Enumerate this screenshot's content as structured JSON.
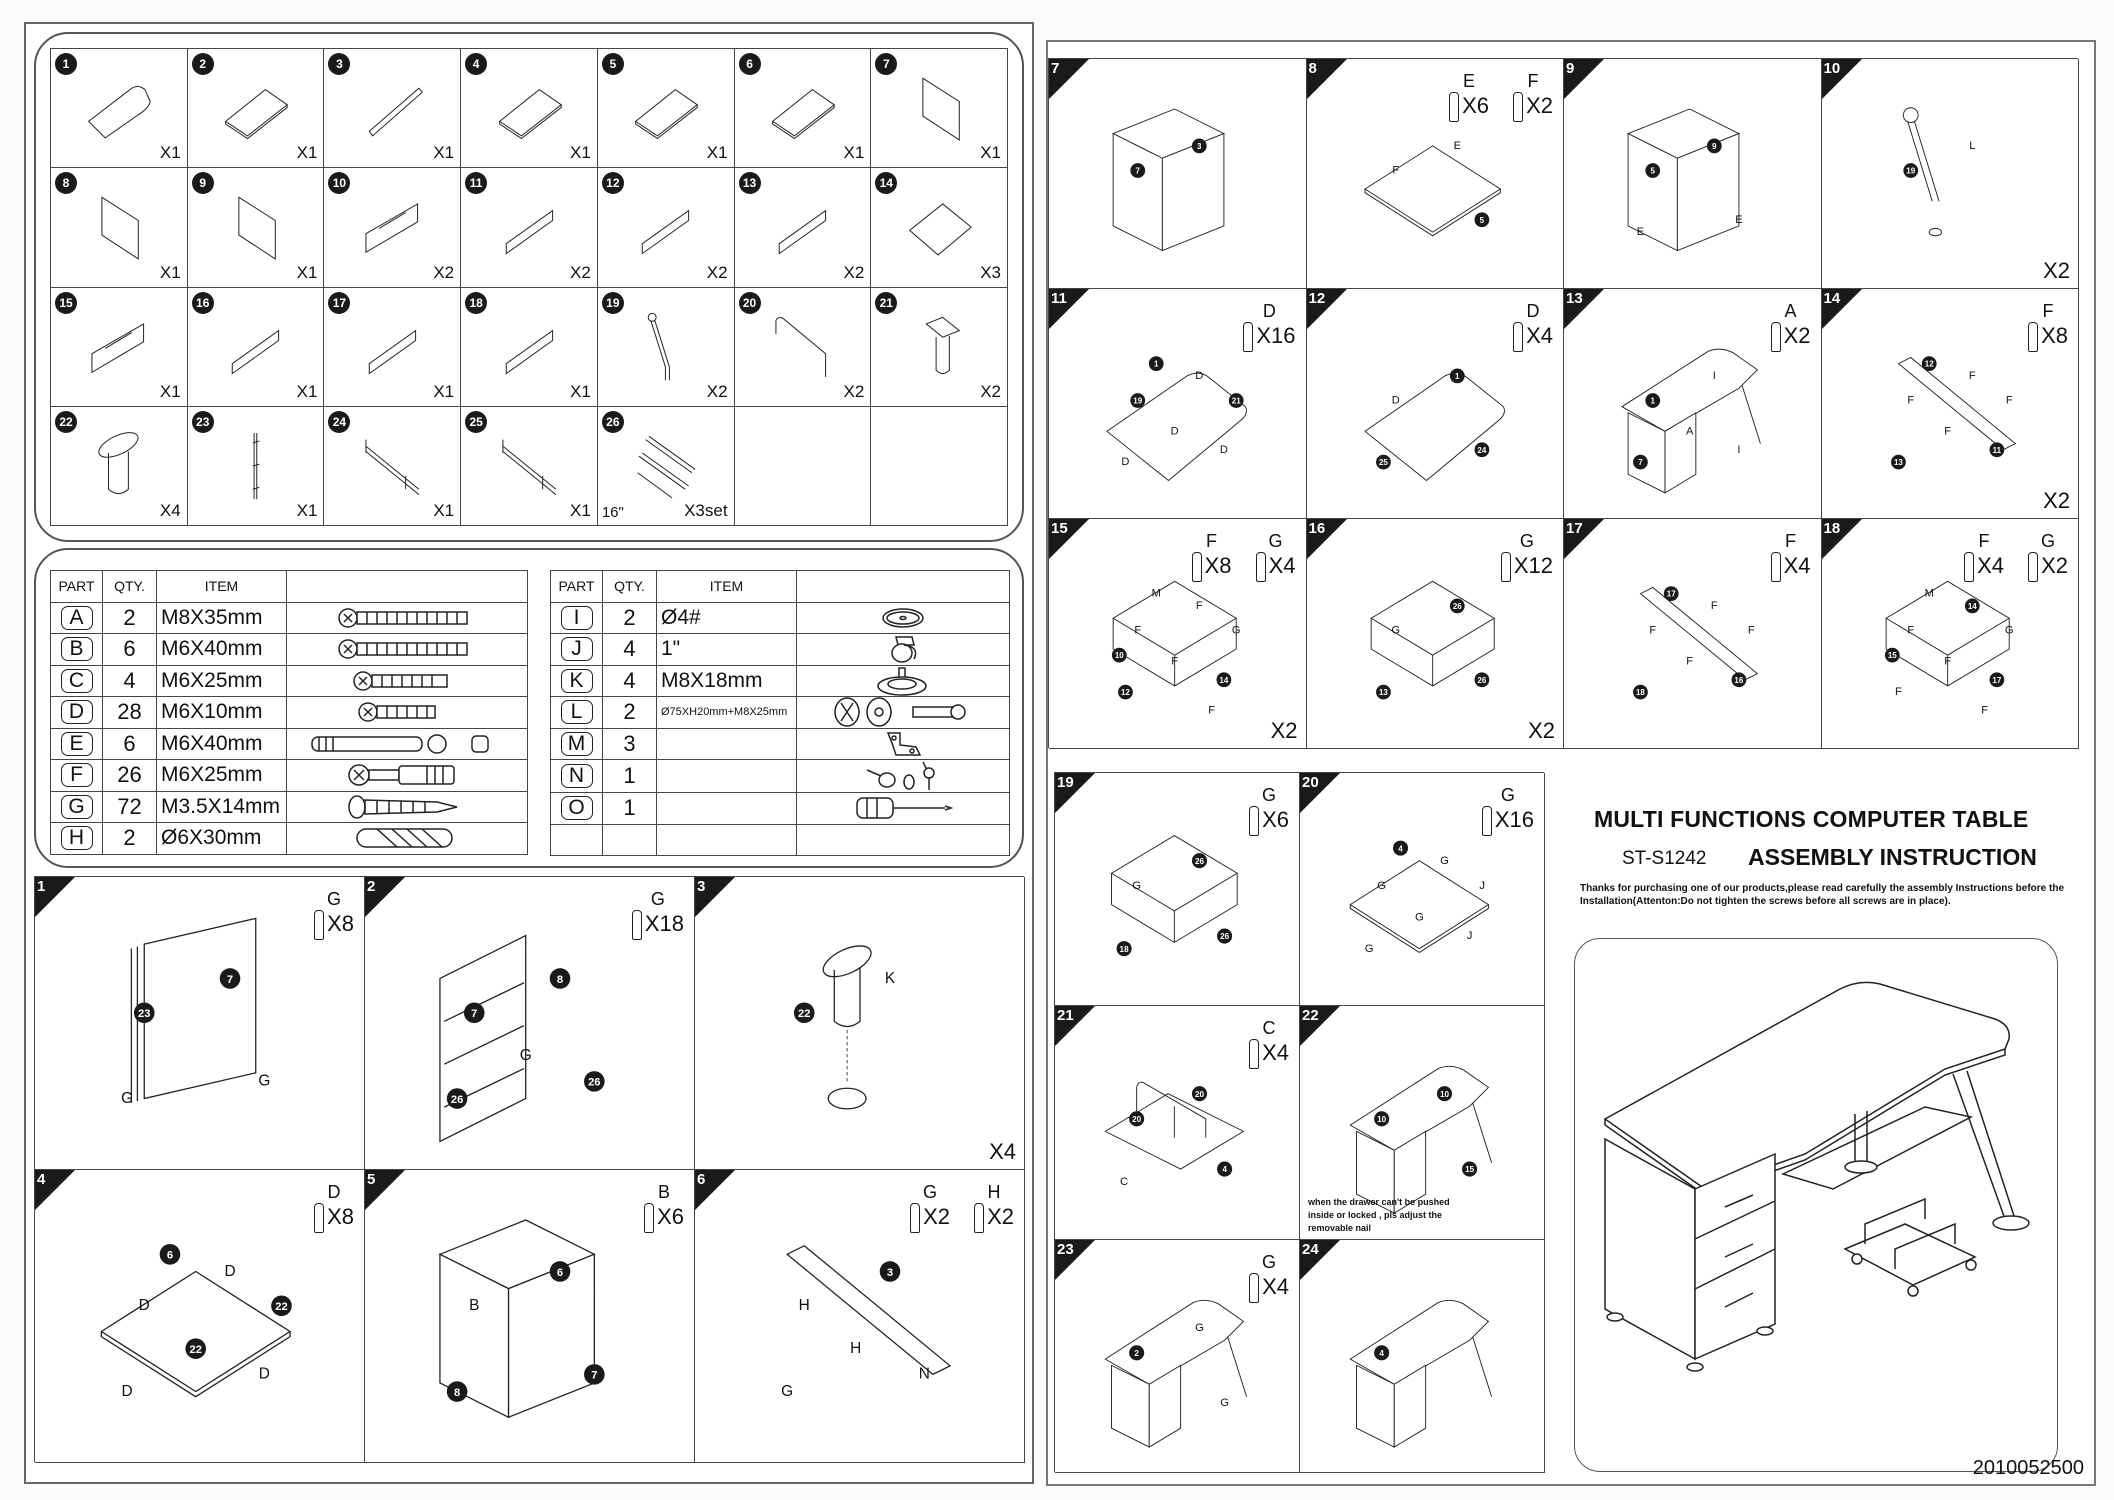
{
  "document": {
    "title": "MULTI FUNCTIONS COMPUTER TABLE",
    "model": "ST-S1242",
    "subtitle": "ASSEMBLY INSTRUCTION",
    "intro": "Thanks for purchasing one of our products,please read carefully the assembly Instructions before the Installation(Attenton:Do not tighten the screws before all screws are in place).",
    "code": "2010052500"
  },
  "parts": [
    {
      "num": "1",
      "qty": "X1",
      "shape": "top"
    },
    {
      "num": "2",
      "qty": "X1",
      "shape": "board"
    },
    {
      "num": "3",
      "qty": "X1",
      "shape": "rail"
    },
    {
      "num": "4",
      "qty": "X1",
      "shape": "board"
    },
    {
      "num": "5",
      "qty": "X1",
      "shape": "board"
    },
    {
      "num": "6",
      "qty": "X1",
      "shape": "board"
    },
    {
      "num": "7",
      "qty": "X1",
      "shape": "panel"
    },
    {
      "num": "8",
      "qty": "X1",
      "shape": "panel"
    },
    {
      "num": "9",
      "qty": "X1",
      "shape": "panel"
    },
    {
      "num": "10",
      "qty": "X2",
      "shape": "front"
    },
    {
      "num": "11",
      "qty": "X2",
      "shape": "strip"
    },
    {
      "num": "12",
      "qty": "X2",
      "shape": "strip"
    },
    {
      "num": "13",
      "qty": "X2",
      "shape": "strip"
    },
    {
      "num": "14",
      "qty": "X3",
      "shape": "sheet"
    },
    {
      "num": "15",
      "qty": "X1",
      "shape": "front"
    },
    {
      "num": "16",
      "qty": "X1",
      "shape": "strip"
    },
    {
      "num": "17",
      "qty": "X1",
      "shape": "strip"
    },
    {
      "num": "18",
      "qty": "X1",
      "shape": "strip"
    },
    {
      "num": "19",
      "qty": "X2",
      "shape": "leg"
    },
    {
      "num": "20",
      "qty": "X2",
      "shape": "handle"
    },
    {
      "num": "21",
      "qty": "X2",
      "shape": "post"
    },
    {
      "num": "22",
      "qty": "X4",
      "shape": "foot"
    },
    {
      "num": "23",
      "qty": "X1",
      "shape": "lockbar"
    },
    {
      "num": "24",
      "qty": "X1",
      "shape": "slide"
    },
    {
      "num": "25",
      "qty": "X1",
      "shape": "slide"
    },
    {
      "num": "26",
      "qty": "X3set",
      "size": "16\"",
      "shape": "runners"
    },
    {
      "num": "",
      "qty": "",
      "shape": "empty"
    },
    {
      "num": "",
      "qty": "",
      "shape": "empty"
    }
  ],
  "hardware": {
    "headers": {
      "part": "PART",
      "qty": "QTY.",
      "item": "ITEM"
    },
    "left": [
      {
        "part": "A",
        "qty": "2",
        "item": "M8X35mm",
        "icon": "bolt-long-icon"
      },
      {
        "part": "B",
        "qty": "6",
        "item": "M6X40mm",
        "icon": "bolt-long-icon"
      },
      {
        "part": "C",
        "qty": "4",
        "item": "M6X25mm",
        "icon": "bolt-medium-icon"
      },
      {
        "part": "D",
        "qty": "28",
        "item": "M6X10mm",
        "icon": "bolt-short-icon"
      },
      {
        "part": "E",
        "qty": "6",
        "item": "M6X40mm",
        "icon": "cam-dowel-icon"
      },
      {
        "part": "F",
        "qty": "26",
        "item": "M6X25mm",
        "icon": "cam-bolt-icon"
      },
      {
        "part": "G",
        "qty": "72",
        "item": "M3.5X14mm",
        "icon": "wood-screw-icon"
      },
      {
        "part": "H",
        "qty": "2",
        "item": "Ø6X30mm",
        "icon": "wood-dowel-icon"
      }
    ],
    "right": [
      {
        "part": "I",
        "qty": "2",
        "item": "Ø4#",
        "icon": "washer-icon"
      },
      {
        "part": "J",
        "qty": "4",
        "item": "1\"",
        "icon": "caster-icon"
      },
      {
        "part": "K",
        "qty": "4",
        "item": "M8X18mm",
        "icon": "leveler-foot-icon"
      },
      {
        "part": "L",
        "qty": "2",
        "item": "Ø75XH20mm+M8X25mm",
        "icon": "leg-cap-set-icon"
      },
      {
        "part": "M",
        "qty": "3",
        "item": "",
        "icon": "bracket-icon"
      },
      {
        "part": "N",
        "qty": "1",
        "item": "",
        "icon": "lock-key-icon"
      },
      {
        "part": "O",
        "qty": "1",
        "item": "",
        "icon": "screwdriver-icon"
      }
    ]
  },
  "steps_left": [
    {
      "num": "1",
      "hw": [
        {
          "letter": "G",
          "qty": "X8"
        }
      ],
      "labels": [
        "23",
        "7",
        "G",
        "G"
      ]
    },
    {
      "num": "2",
      "hw": [
        {
          "letter": "G",
          "qty": "X18"
        }
      ],
      "labels": [
        "7",
        "8",
        "26",
        "26",
        "G"
      ]
    },
    {
      "num": "3",
      "hw": [],
      "labels": [
        "22",
        "K"
      ],
      "repeat": "X4"
    },
    {
      "num": "4",
      "hw": [
        {
          "letter": "D",
          "qty": "X8"
        }
      ],
      "labels": [
        "D",
        "D",
        "D",
        "D",
        "22",
        "22",
        "6"
      ]
    },
    {
      "num": "5",
      "hw": [
        {
          "letter": "B",
          "qty": "X6"
        }
      ],
      "labels": [
        "B",
        "6",
        "7",
        "8"
      ]
    },
    {
      "num": "6",
      "hw": [
        {
          "letter": "G",
          "qty": "X2"
        },
        {
          "letter": "H",
          "qty": "X2"
        }
      ],
      "labels": [
        "H",
        "3",
        "N",
        "G",
        "H"
      ]
    }
  ],
  "steps_right": [
    {
      "num": "7",
      "hw": [],
      "labels": [
        "7",
        "3"
      ]
    },
    {
      "num": "8",
      "hw": [
        {
          "letter": "E",
          "qty": "X6"
        },
        {
          "letter": "F",
          "qty": "X2"
        }
      ],
      "labels": [
        "F",
        "E",
        "5"
      ]
    },
    {
      "num": "9",
      "hw": [],
      "labels": [
        "5",
        "9",
        "E",
        "E"
      ]
    },
    {
      "num": "10",
      "hw": [],
      "labels": [
        "19",
        "L"
      ],
      "repeat": "X2"
    },
    {
      "num": "11",
      "hw": [
        {
          "letter": "D",
          "qty": "X16"
        }
      ],
      "labels": [
        "19",
        "D",
        "D",
        "D",
        "D",
        "21",
        "1"
      ]
    },
    {
      "num": "12",
      "hw": [
        {
          "letter": "D",
          "qty": "X4"
        }
      ],
      "labels": [
        "D",
        "1",
        "24",
        "25"
      ]
    },
    {
      "num": "13",
      "hw": [
        {
          "letter": "A",
          "qty": "X2"
        }
      ],
      "labels": [
        "1",
        "I",
        "I",
        "7",
        "A"
      ]
    },
    {
      "num": "14",
      "hw": [
        {
          "letter": "F",
          "qty": "X8"
        }
      ],
      "labels": [
        "F",
        "F",
        "11",
        "13",
        "F",
        "F",
        "12"
      ],
      "repeat": "X2"
    },
    {
      "num": "15",
      "hw": [
        {
          "letter": "F",
          "qty": "X8"
        },
        {
          "letter": "G",
          "qty": "X4"
        }
      ],
      "labels": [
        "F",
        "F",
        "14",
        "12",
        "F",
        "G",
        "M",
        "F",
        "10"
      ],
      "repeat": "X2"
    },
    {
      "num": "16",
      "hw": [
        {
          "letter": "G",
          "qty": "X12"
        }
      ],
      "labels": [
        "G",
        "26",
        "26",
        "13"
      ],
      "repeat": "X2"
    },
    {
      "num": "17",
      "hw": [
        {
          "letter": "F",
          "qty": "X4"
        }
      ],
      "labels": [
        "F",
        "F",
        "16",
        "18",
        "F",
        "F",
        "17"
      ]
    },
    {
      "num": "18",
      "hw": [
        {
          "letter": "F",
          "qty": "X4"
        },
        {
          "letter": "G",
          "qty": "X2"
        }
      ],
      "labels": [
        "F",
        "14",
        "17",
        "F",
        "F",
        "G",
        "M",
        "F",
        "15"
      ]
    },
    {
      "num": "19",
      "hw": [
        {
          "letter": "G",
          "qty": "X6"
        }
      ],
      "labels": [
        "G",
        "26",
        "26",
        "18"
      ]
    },
    {
      "num": "20",
      "hw": [
        {
          "letter": "G",
          "qty": "X16"
        }
      ],
      "labels": [
        "G",
        "G",
        "J",
        "G",
        "G",
        "J",
        "4"
      ]
    },
    {
      "num": "21",
      "hw": [
        {
          "letter": "C",
          "qty": "X4"
        }
      ],
      "labels": [
        "20",
        "20",
        "4",
        "C"
      ]
    },
    {
      "num": "22",
      "hw": [],
      "labels": [
        "10",
        "10",
        "15"
      ],
      "caption": "when the drawer can't be pushed inside or locked , pls adjust the removable nail"
    },
    {
      "num": "23",
      "hw": [
        {
          "letter": "G",
          "qty": "X4"
        }
      ],
      "labels": [
        "2",
        "G",
        "G"
      ]
    },
    {
      "num": "24",
      "hw": [],
      "labels": [
        "4"
      ]
    }
  ]
}
